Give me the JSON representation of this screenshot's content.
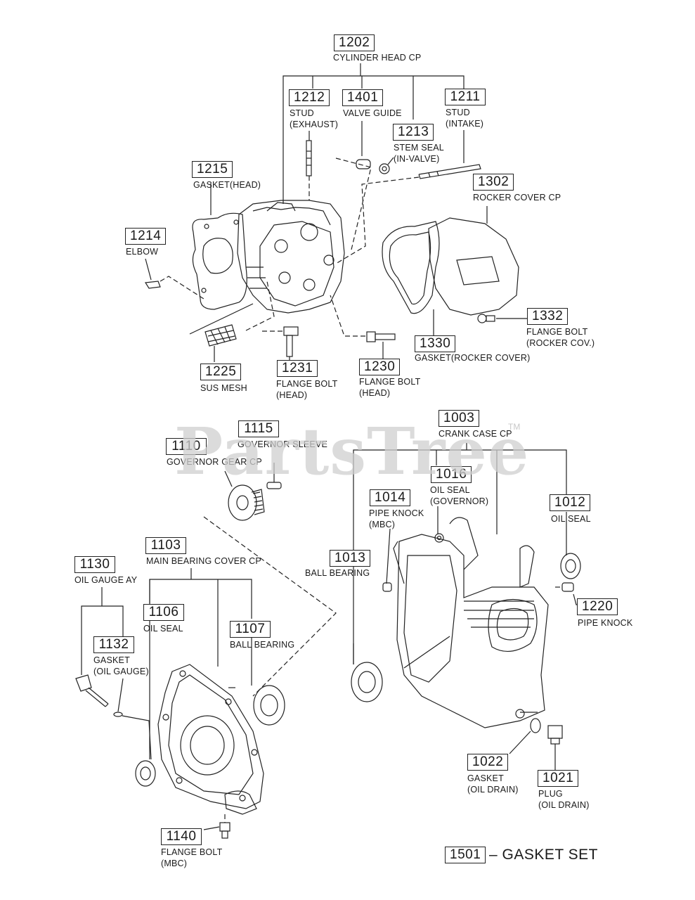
{
  "watermark": {
    "text": "PartsTree",
    "tm": "TM"
  },
  "parts": [
    {
      "id": "1202",
      "code": "1202",
      "name": "CYLINDER HEAD CP"
    },
    {
      "id": "1212",
      "code": "1212",
      "name": "STUD\n(EXHAUST)"
    },
    {
      "id": "1401",
      "code": "1401",
      "name": "VALVE GUIDE"
    },
    {
      "id": "1211",
      "code": "1211",
      "name": "STUD\n(INTAKE)"
    },
    {
      "id": "1213",
      "code": "1213",
      "name": "STEM SEAL\n(IN-VALVE)"
    },
    {
      "id": "1215",
      "code": "1215",
      "name": "GASKET(HEAD)"
    },
    {
      "id": "1302",
      "code": "1302",
      "name": "ROCKER COVER CP"
    },
    {
      "id": "1214",
      "code": "1214",
      "name": "ELBOW"
    },
    {
      "id": "1332",
      "code": "1332",
      "name": "FLANGE BOLT\n(ROCKER COV.)"
    },
    {
      "id": "1330",
      "code": "1330",
      "name": "GASKET(ROCKER COVER)"
    },
    {
      "id": "1225",
      "code": "1225",
      "name": "SUS MESH"
    },
    {
      "id": "1231",
      "code": "1231",
      "name": "FLANGE BOLT\n(HEAD)"
    },
    {
      "id": "1230",
      "code": "1230",
      "name": "FLANGE BOLT\n(HEAD)"
    },
    {
      "id": "1115",
      "code": "1115",
      "name": "GOVERNOR SLEEVE"
    },
    {
      "id": "1110",
      "code": "1110",
      "name": "GOVERNOR GEAR CP"
    },
    {
      "id": "1003",
      "code": "1003",
      "name": "CRANK CASE CP"
    },
    {
      "id": "1016",
      "code": "1016",
      "name": "OIL SEAL\n(GOVERNOR)"
    },
    {
      "id": "1014",
      "code": "1014",
      "name": "PIPE KNOCK\n(MBC)"
    },
    {
      "id": "1012",
      "code": "1012",
      "name": "OIL SEAL"
    },
    {
      "id": "1103",
      "code": "1103",
      "name": "MAIN BEARING COVER CP"
    },
    {
      "id": "1013",
      "code": "1013",
      "name": "BALL BEARING"
    },
    {
      "id": "1130",
      "code": "1130",
      "name": "OIL GAUGE AY"
    },
    {
      "id": "1220",
      "code": "1220",
      "name": "PIPE KNOCK"
    },
    {
      "id": "1106",
      "code": "1106",
      "name": "OIL SEAL"
    },
    {
      "id": "1107",
      "code": "1107",
      "name": "BALL BEARING"
    },
    {
      "id": "1132",
      "code": "1132",
      "name": "GASKET\n(OIL GAUGE)"
    },
    {
      "id": "1022",
      "code": "1022",
      "name": "GASKET\n(OIL DRAIN)"
    },
    {
      "id": "1021",
      "code": "1021",
      "name": "PLUG\n(OIL DRAIN)"
    },
    {
      "id": "1140",
      "code": "1140",
      "name": "FLANGE BOLT\n(MBC)"
    }
  ],
  "gasket_set": {
    "code": "1501",
    "label": "GASKET SET"
  }
}
